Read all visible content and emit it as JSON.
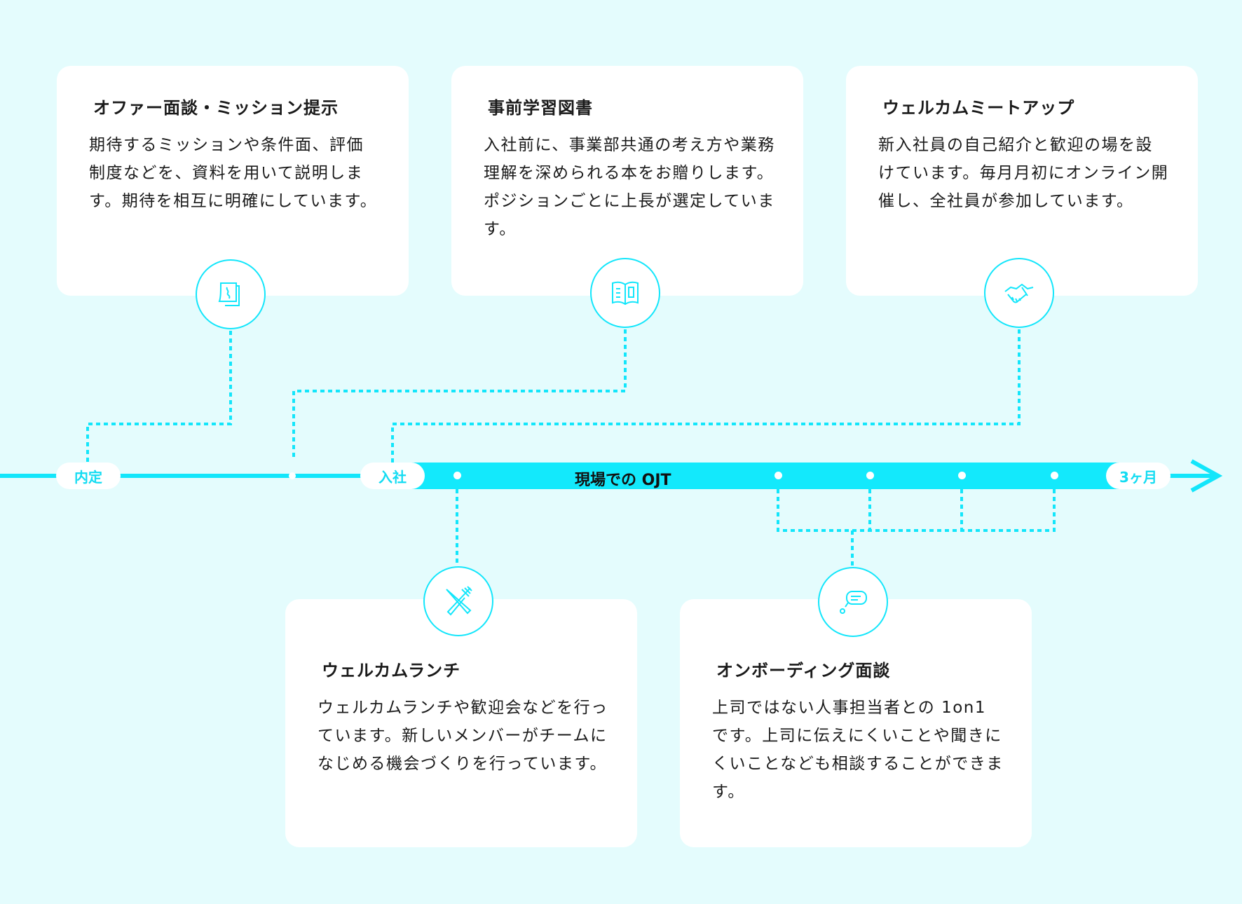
{
  "accent_color": "#13e6fb",
  "timeline": {
    "start": "内定",
    "join": "入社",
    "ojt": "現場での OJT",
    "end": "3ヶ月"
  },
  "cards_top": [
    {
      "title": "オファー面談・ミッション提示",
      "body": "期待するミッションや条件面、評価制度などを、資料を用いて説明します。期待を相互に明確にしています。",
      "icon": "document-icon"
    },
    {
      "title": "事前学習図書",
      "body": "入社前に、事業部共通の考え方や業務理解を深められる本をお贈りします。ポジションごとに上長が選定しています。",
      "icon": "book-icon"
    },
    {
      "title": "ウェルカムミートアップ",
      "body": "新入社員の自己紹介と歓迎の場を設けています。毎月月初にオンライン開催し、全社員が参加しています。",
      "icon": "handshake-icon"
    }
  ],
  "cards_bottom": [
    {
      "title": "ウェルカムランチ",
      "body": "ウェルカムランチや歓迎会などを行っています。新しいメンバーがチームになじめる機会づくりを行っています。",
      "icon": "fork-knife-icon"
    },
    {
      "title": "オンボーディング面談",
      "body": "上司ではない人事担当者との 1on1 です。上司に伝えにくいことや聞きにくいことなども相談することができます。",
      "icon": "chat-icon"
    }
  ]
}
